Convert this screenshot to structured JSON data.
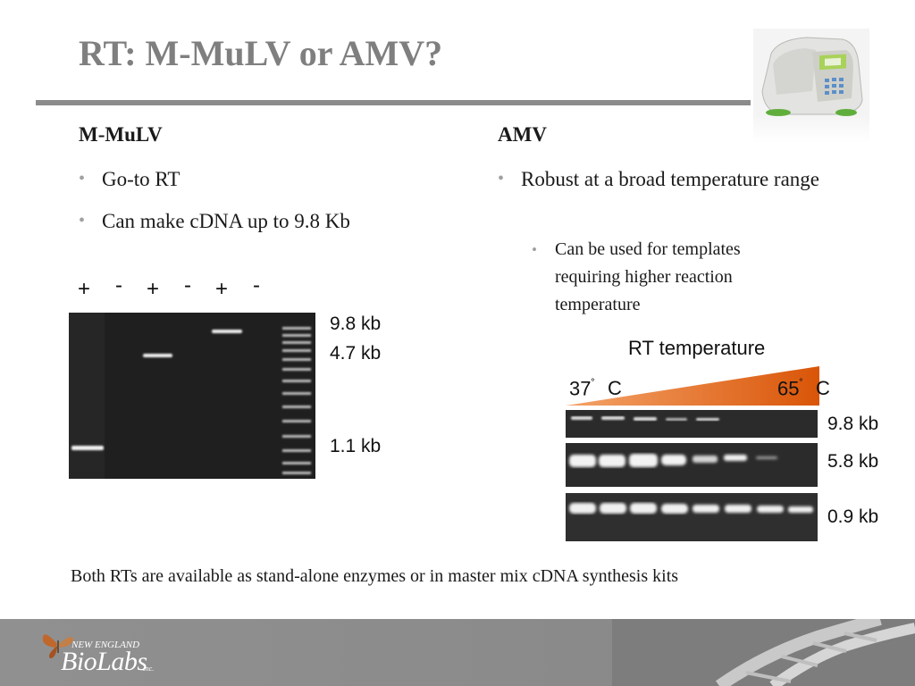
{
  "slide": {
    "title": "RT:  M-MuLV or AMV?",
    "footer_note": "Both RTs are available as stand-alone enzymes or in master mix cDNA synthesis kits",
    "logo": {
      "line1": "NEW ENGLAND",
      "line2": "BioLabs",
      "suffix": "Inc."
    }
  },
  "left": {
    "heading": "M-MuLV",
    "bullets": [
      "Go-to RT",
      "Can make cDNA up to 9.8 Kb"
    ],
    "lane_signs": [
      "+",
      "-",
      "+",
      "-",
      "+",
      "-"
    ],
    "band_labels": [
      "9.8 kb",
      "4.7 kb",
      "1.1 kb"
    ]
  },
  "right": {
    "heading": "AMV",
    "bullets": [
      "Robust at a broad temperature range"
    ],
    "sub_bullets": [
      "Can be used for templates requiring higher reaction temperature"
    ],
    "gradient_title": "RT temperature",
    "temp_low": "37",
    "temp_high": "65",
    "degree_symbol": "˚",
    "temp_unit": "C",
    "band_labels": [
      "9.8 kb",
      "5.8 kb",
      "0.9 kb"
    ]
  },
  "colors": {
    "title": "#7f7f7f",
    "rule": "#8c8c8c",
    "gradient": "#e0620e",
    "footer": "#8c8c8c"
  }
}
